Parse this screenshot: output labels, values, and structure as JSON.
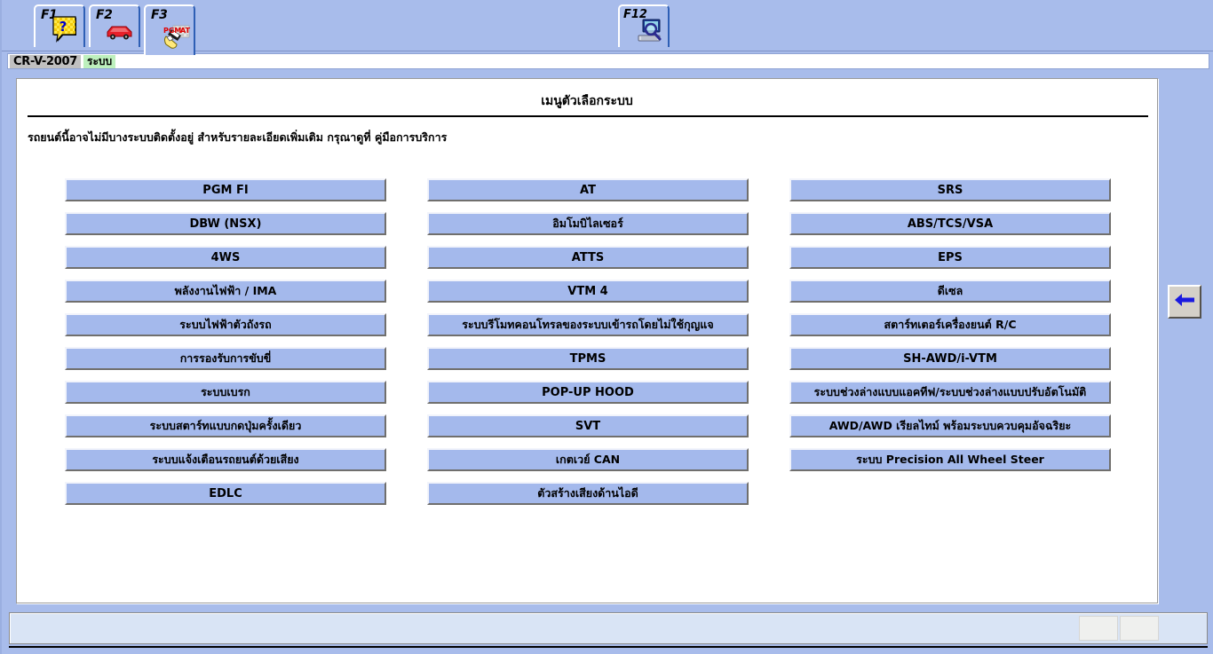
{
  "toolbar": {
    "tabs": [
      {
        "key": "F1",
        "icon": "help-question-icon",
        "active": false
      },
      {
        "key": "F2",
        "icon": "car-icon",
        "active": false
      },
      {
        "key": "F3",
        "icon": "pgm-at-hand-icon",
        "active": true
      }
    ],
    "right_tab": {
      "key": "F12",
      "icon": "computer-magnifier-icon"
    }
  },
  "breadcrumb": {
    "model": "CR-V-2007",
    "section": "ระบบ"
  },
  "panel": {
    "title": "เมนูตัวเลือกระบบ",
    "note": "รถยนต์นี้อาจไม่มีบางระบบติดตั้งอยู่ สำหรับรายละเอียดเพิ่มเติม กรุณาดูที่ คู่มือการบริการ"
  },
  "columns": [
    {
      "id": "column-1",
      "items": [
        {
          "label": "PGM FI",
          "latin": true
        },
        {
          "label": "DBW (NSX)",
          "latin": true
        },
        {
          "label": "4WS",
          "latin": true
        },
        {
          "label": "พลังงานไฟฟ้า / IMA",
          "latin": false
        },
        {
          "label": "ระบบไฟฟ้าตัวถังรถ",
          "latin": false
        },
        {
          "label": "การรองรับการขับขี่",
          "latin": false
        },
        {
          "label": "ระบบเบรก",
          "latin": false
        },
        {
          "label": "ระบบสตาร์ทแบบกดปุ่มครั้งเดียว",
          "latin": false
        },
        {
          "label": "ระบบแจ้งเตือนรถยนต์ด้วยเสียง",
          "latin": false
        },
        {
          "label": "EDLC",
          "latin": true
        }
      ]
    },
    {
      "id": "column-2",
      "items": [
        {
          "label": "AT",
          "latin": true
        },
        {
          "label": "อิมโมบิไลเซอร์",
          "latin": false
        },
        {
          "label": "ATTS",
          "latin": true
        },
        {
          "label": "VTM 4",
          "latin": true
        },
        {
          "label": "ระบบรีโมทคอนโทรลของระบบเข้ารถโดยไม่ใช้กุญแจ",
          "latin": false
        },
        {
          "label": "TPMS",
          "latin": true
        },
        {
          "label": "POP-UP HOOD",
          "latin": true
        },
        {
          "label": "SVT",
          "latin": true
        },
        {
          "label": "เกตเวย์ CAN",
          "latin": false
        },
        {
          "label": "ตัวสร้างเสียงด้านไอดี",
          "latin": false
        }
      ]
    },
    {
      "id": "column-3",
      "items": [
        {
          "label": "SRS",
          "latin": true
        },
        {
          "label": "ABS/TCS/VSA",
          "latin": true
        },
        {
          "label": "EPS",
          "latin": true
        },
        {
          "label": "ดีเซล",
          "latin": false
        },
        {
          "label": "สตาร์ทเตอร์เครื่องยนต์ R/C",
          "latin": false
        },
        {
          "label": "SH-AWD/i-VTM",
          "latin": true
        },
        {
          "label": "ระบบช่วงล่างแบบแอคทีฟ/ระบบช่วงล่างแบบปรับอัตโนมัติ",
          "latin": false
        },
        {
          "label": "AWD/AWD เรียลไทม์ พร้อมระบบควบคุมอัจฉริยะ",
          "latin": false
        },
        {
          "label": "ระบบ Precision All Wheel Steer",
          "latin": false
        }
      ]
    }
  ],
  "back_button": {
    "icon": "left-arrow-icon",
    "color": "#1a1ae0"
  },
  "status_bar": {
    "message": "",
    "slots": [
      "",
      ""
    ]
  },
  "colors": {
    "app_background": "#a8bceb",
    "button_face": "#a4b9ec",
    "panel_background": "#ffffff",
    "crumb_model_bg": "#c0c0c0",
    "crumb_section_bg": "#bdf0bd",
    "status_bar_bg": "#d9e4f5"
  }
}
